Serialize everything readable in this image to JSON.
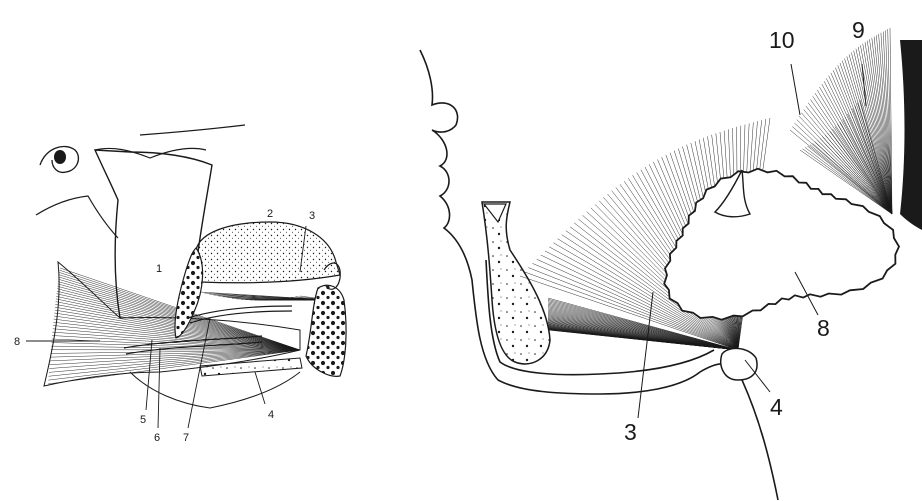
{
  "left_figure": {
    "labels": [
      {
        "key": "1",
        "text": "1"
      },
      {
        "key": "2",
        "text": "2"
      },
      {
        "key": "3",
        "text": "3"
      },
      {
        "key": "4",
        "text": "4"
      },
      {
        "key": "5",
        "text": "5"
      },
      {
        "key": "6",
        "text": "6"
      },
      {
        "key": "7",
        "text": "7"
      },
      {
        "key": "8",
        "text": "8"
      }
    ]
  },
  "right_figure": {
    "labels": [
      {
        "key": "3",
        "text": "3"
      },
      {
        "key": "4",
        "text": "4"
      },
      {
        "key": "8",
        "text": "8"
      },
      {
        "key": "9",
        "text": "9"
      },
      {
        "key": "10",
        "text": "10"
      }
    ]
  },
  "colors": {
    "ink": "#1a1a1a",
    "background": "#ffffff"
  }
}
